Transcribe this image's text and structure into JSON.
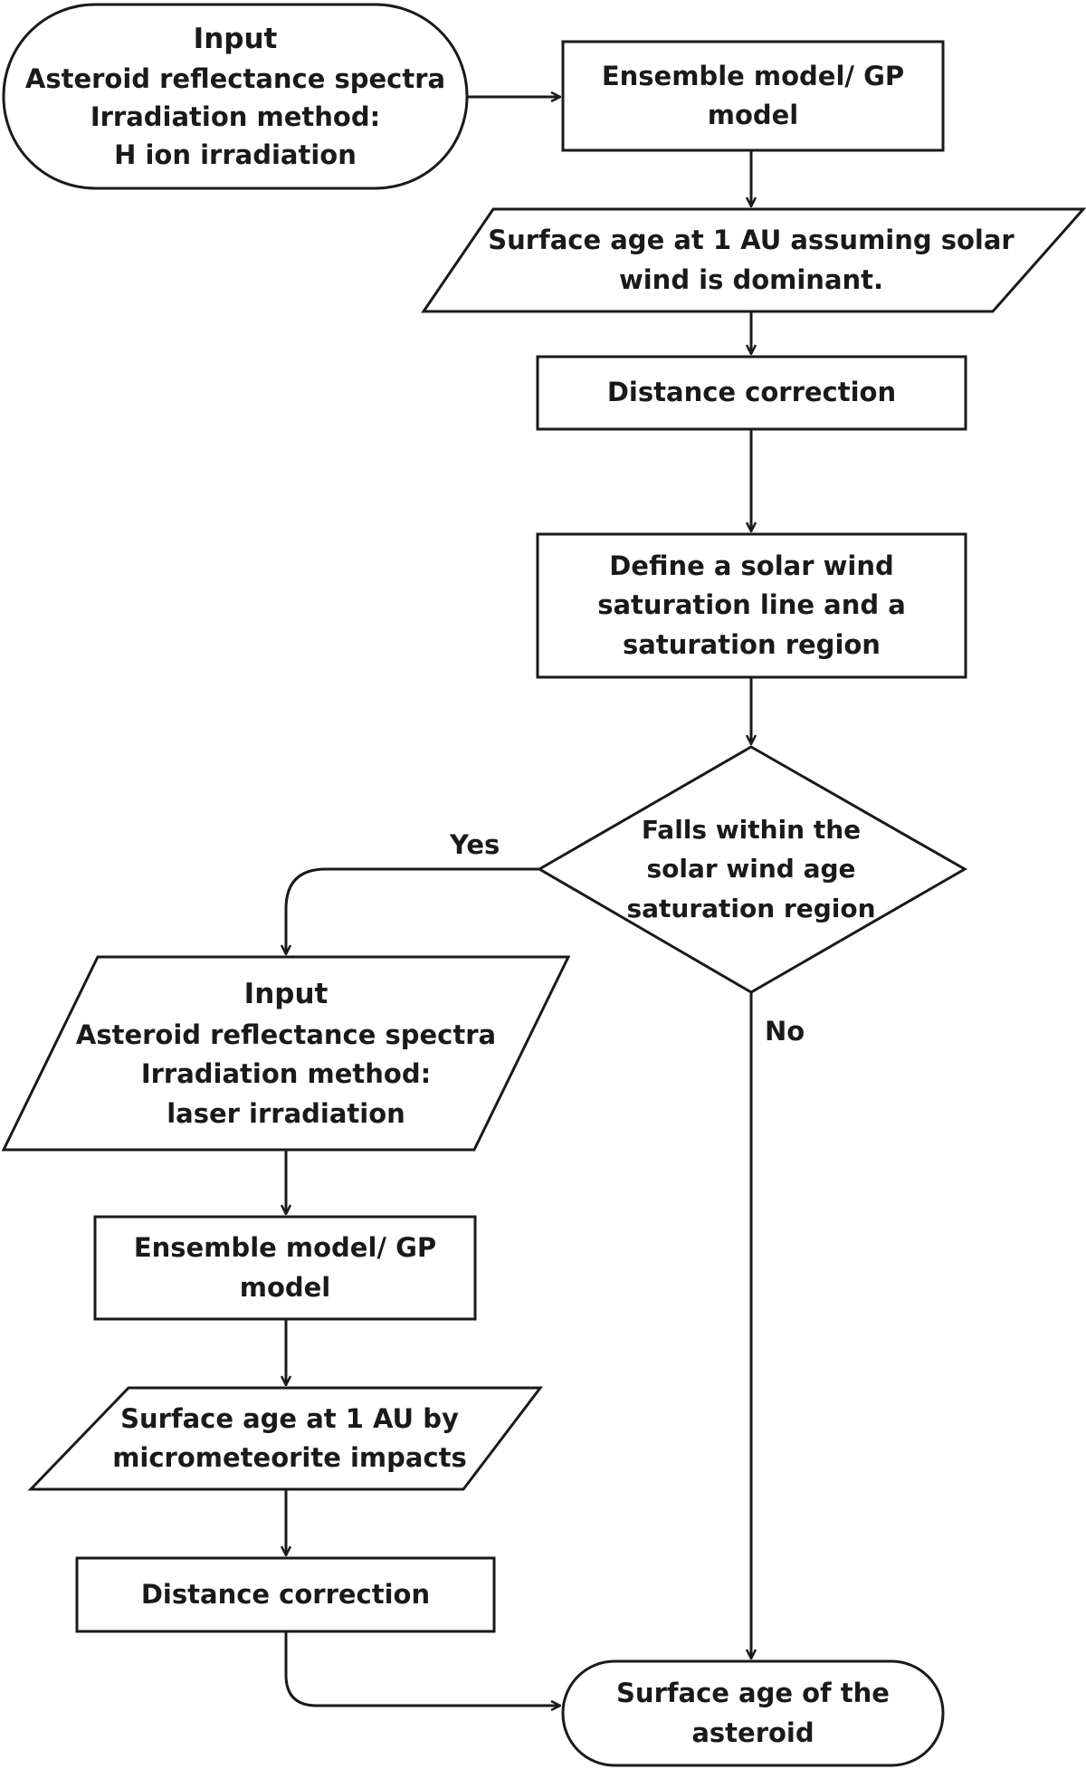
{
  "nodes": {
    "input_h": {
      "lines": [
        "Input",
        "Asteroid reflectance spectra",
        "Irradiation method:",
        "H ion irradiation"
      ]
    },
    "model_1": {
      "lines": [
        "Ensemble model/ GP",
        "model"
      ]
    },
    "surface_sw": {
      "lines": [
        "Surface age at 1 AU assuming solar",
        "wind is dominant."
      ]
    },
    "distance_1": {
      "lines": [
        "Distance correction"
      ]
    },
    "define_sat": {
      "lines": [
        "Define a solar wind",
        "saturation line and a",
        "saturation region"
      ]
    },
    "decision": {
      "lines": [
        "Falls within the",
        "solar wind age",
        "saturation region"
      ]
    },
    "input_laser": {
      "lines": [
        "Input",
        "Asteroid reflectance spectra",
        "Irradiation method:",
        "laser irradiation"
      ]
    },
    "model_2": {
      "lines": [
        "Ensemble model/ GP",
        "model"
      ]
    },
    "surface_mm": {
      "lines": [
        "Surface age at 1 AU by",
        "micrometeorite impacts"
      ]
    },
    "distance_2": {
      "lines": [
        "Distance correction"
      ]
    },
    "final": {
      "lines": [
        "Surface age of the",
        "asteroid"
      ]
    }
  },
  "edges": {
    "yes_label": "Yes",
    "no_label": "No"
  }
}
